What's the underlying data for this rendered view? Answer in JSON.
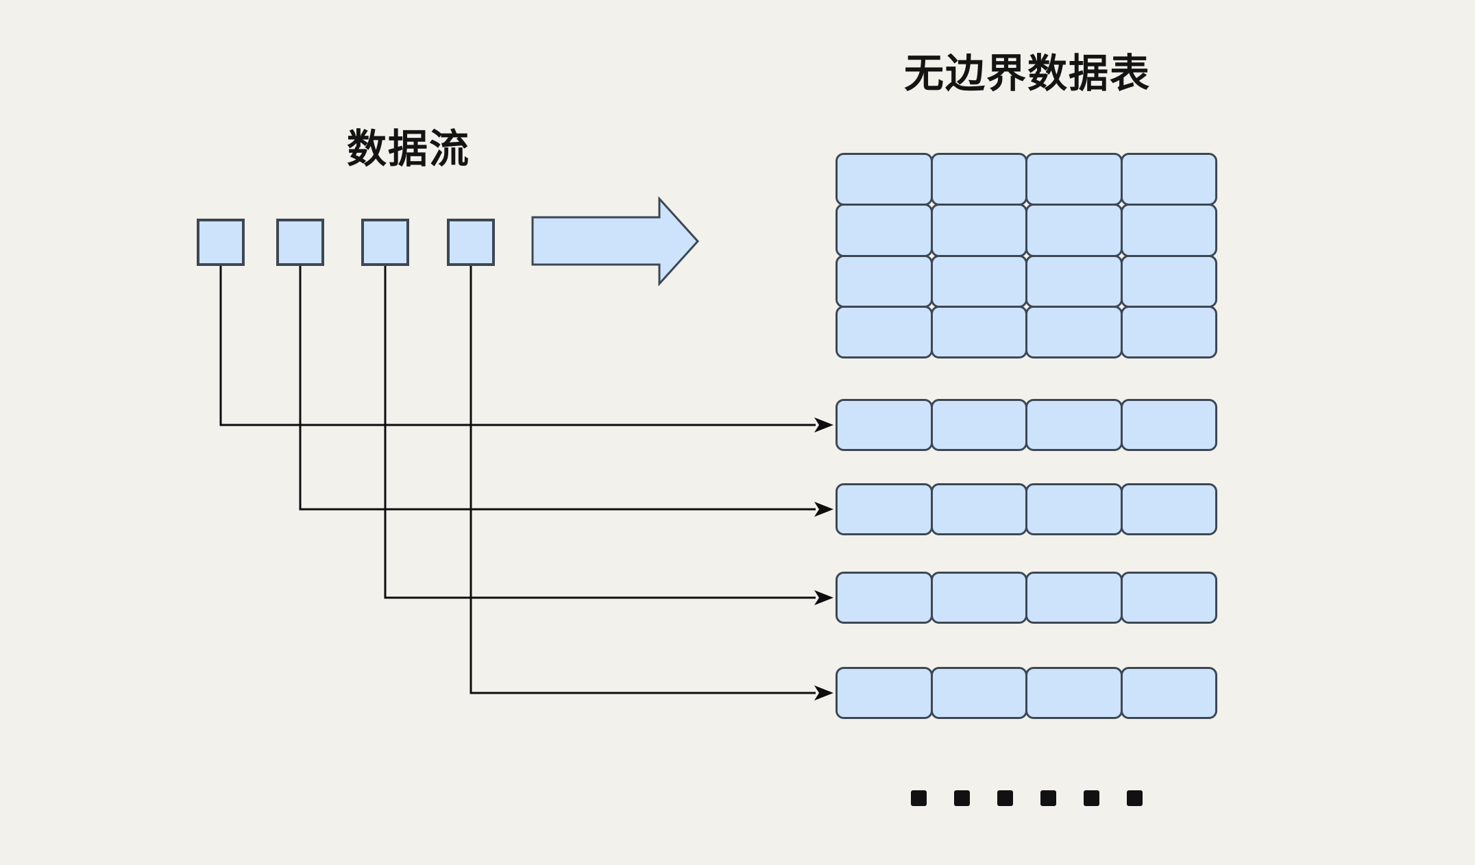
{
  "diagram": {
    "title": "无边界数据表",
    "stream_label": "数据流",
    "stream": {
      "item_count": 4
    },
    "table": {
      "columns": 4,
      "rows": 4
    },
    "mapped_rows": {
      "count": 4,
      "columns": 4
    },
    "ellipsis": {
      "dot_count": 6
    },
    "colors": {
      "background": "#f2f1ec",
      "shape_fill": "#cce3fb",
      "shape_border": "#3d4754",
      "connector": "#0d0d0d",
      "text": "#141414"
    }
  }
}
